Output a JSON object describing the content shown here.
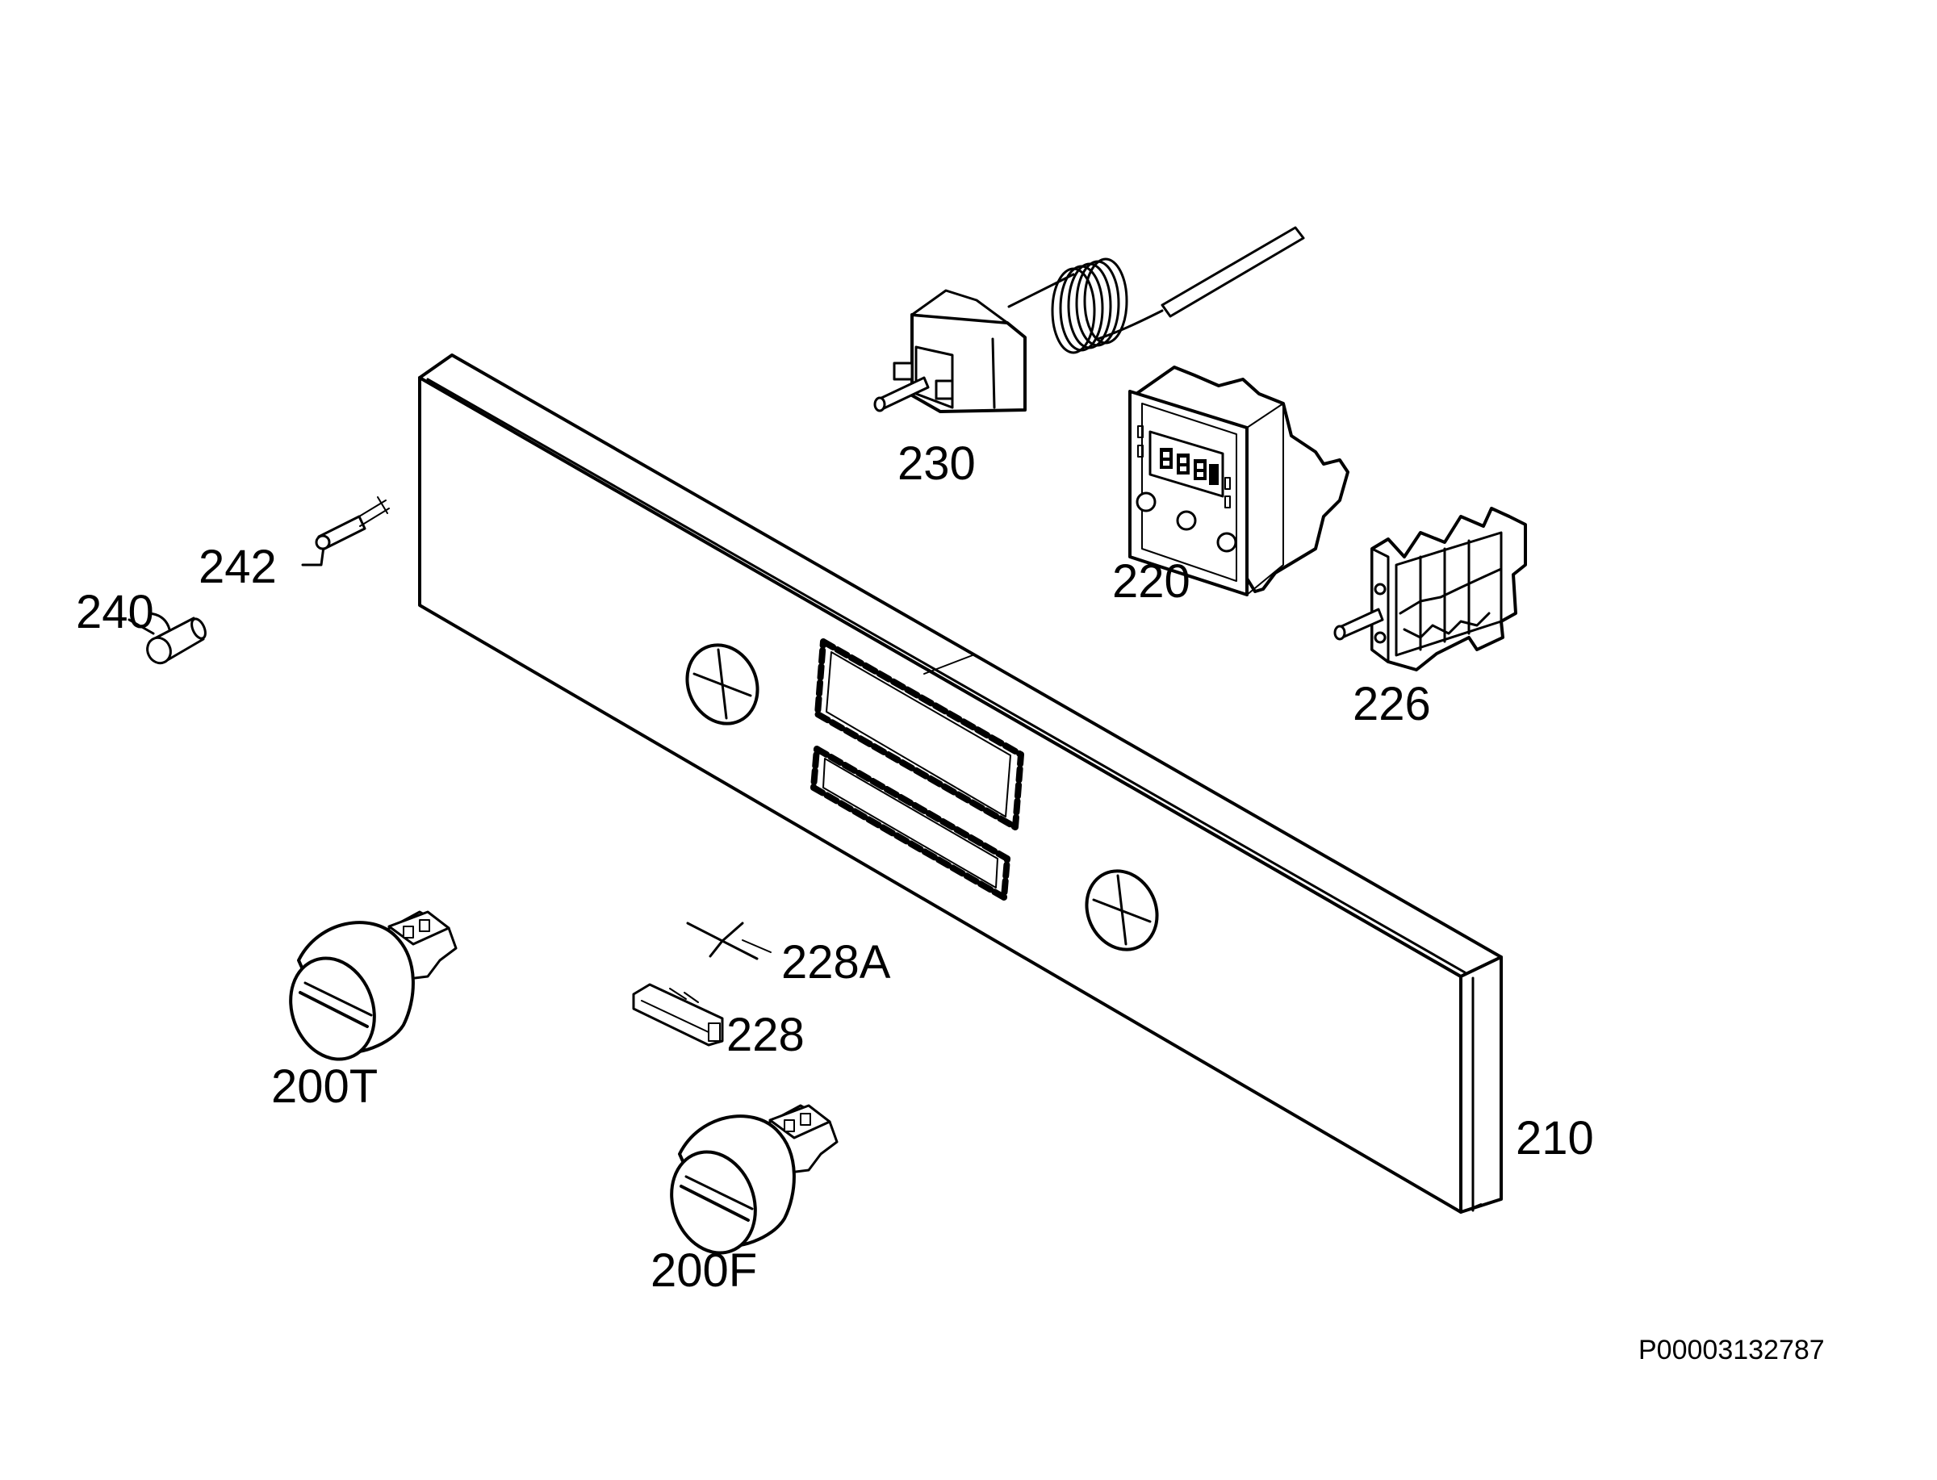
{
  "diagram": {
    "labels": {
      "p230": "230",
      "p220": "220",
      "p226": "226",
      "p242": "242",
      "p240": "240",
      "p228A": "228A",
      "p228": "228",
      "p200T": "200T",
      "p200F": "200F",
      "p210": "210"
    },
    "document_id": "P00003132787"
  }
}
